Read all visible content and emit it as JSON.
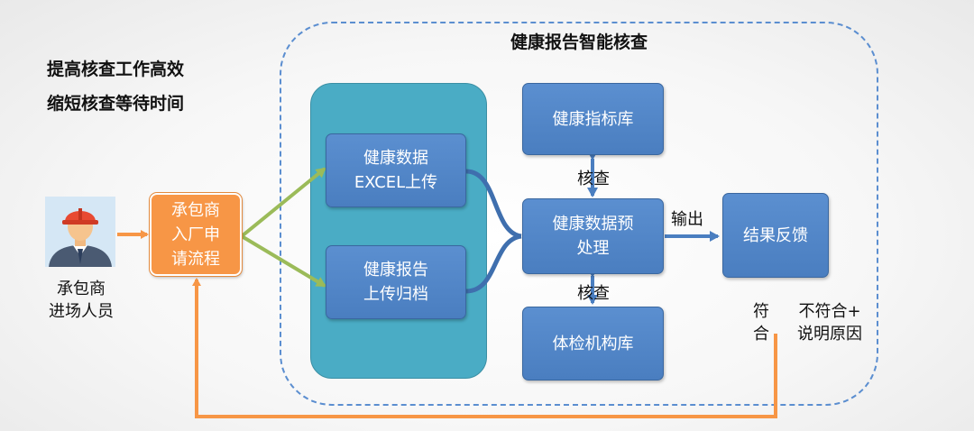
{
  "benefits": [
    "提高核查工作高效",
    "缩短核查等待时间"
  ],
  "region_title": "健康报告智能核查",
  "person_label": "承包商\n进场人员",
  "contractor_process": "承包商\n入厂申\n请流程",
  "upload_excel": "健康数据\nEXCEL上传",
  "upload_report": "健康报告\n上传归档",
  "health_index_db": "健康指标库",
  "preprocess": "健康数据预\n处理",
  "exam_org_db": "体检机构库",
  "result_feedback": "结果反馈",
  "check_label_top": "核查",
  "check_label_bottom": "核查",
  "output_label": "输出",
  "pass_label": "符\n合",
  "fail_label": "不符合+\n说明原因",
  "icons": [
    "worker-avatar-icon"
  ],
  "colors": {
    "orange": "#f79646",
    "blue_box": "#4f81bd",
    "teal_panel": "#4aacc5",
    "green_arrow": "#9bbb59",
    "dash_border": "#5b8ed0"
  }
}
